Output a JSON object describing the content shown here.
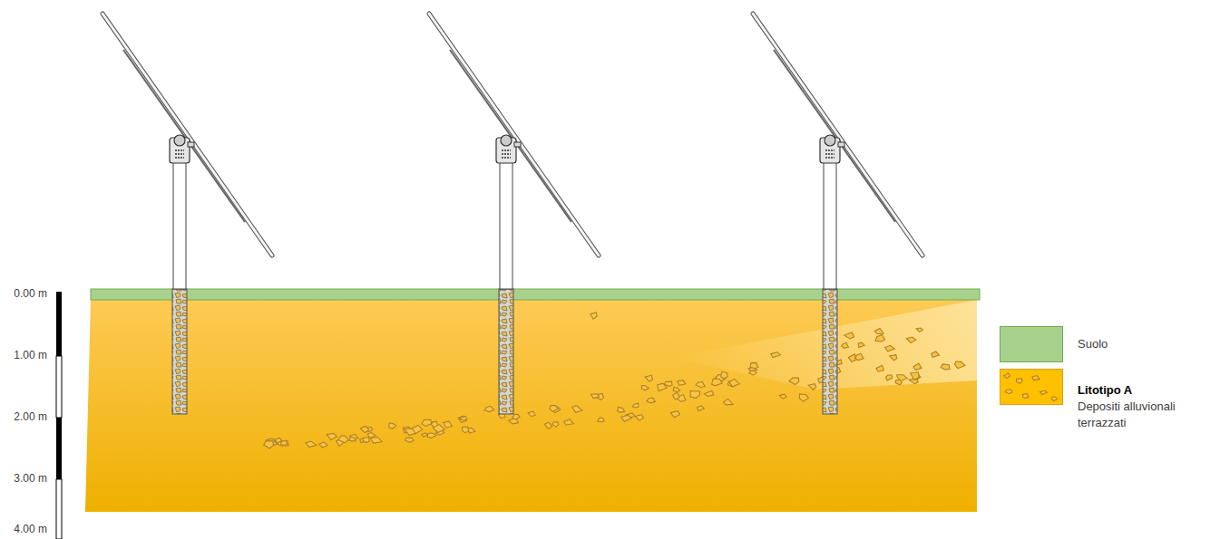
{
  "diagram": {
    "labels": [
      "0.00 m",
      "1.00 m",
      "2.00 m",
      "3.00 m",
      "4.00 m",
      "Depositi alluvionali terrazzati"
    ],
    "legend": [
      {
        "text": "Suolo",
        "color": "#a9d18e"
      },
      {
        "text": "Litotipo A",
        "color": "#ffc000"
      }
    ]
  }
}
